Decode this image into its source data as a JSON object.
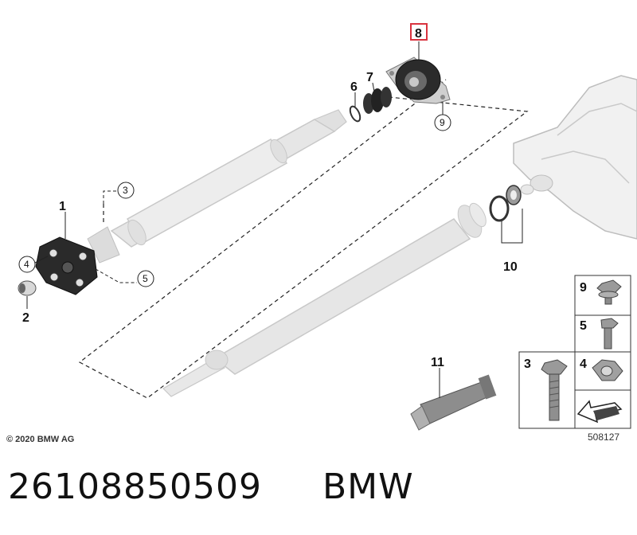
{
  "copyright": "© 2020 BMW AG",
  "diagram_id": "508127",
  "part_number": "26108850509",
  "brand": "BMW",
  "highlight_color": "#d9333f",
  "callouts": {
    "p1": "1",
    "p2": "2",
    "p3": "3",
    "p4": "4",
    "p5": "5",
    "p6": "6",
    "p7": "7",
    "p8": "8",
    "p9": "9",
    "p10": "10",
    "p11": "11"
  },
  "legend": {
    "l9": "9",
    "l5": "5",
    "l3": "3",
    "l4": "4"
  }
}
